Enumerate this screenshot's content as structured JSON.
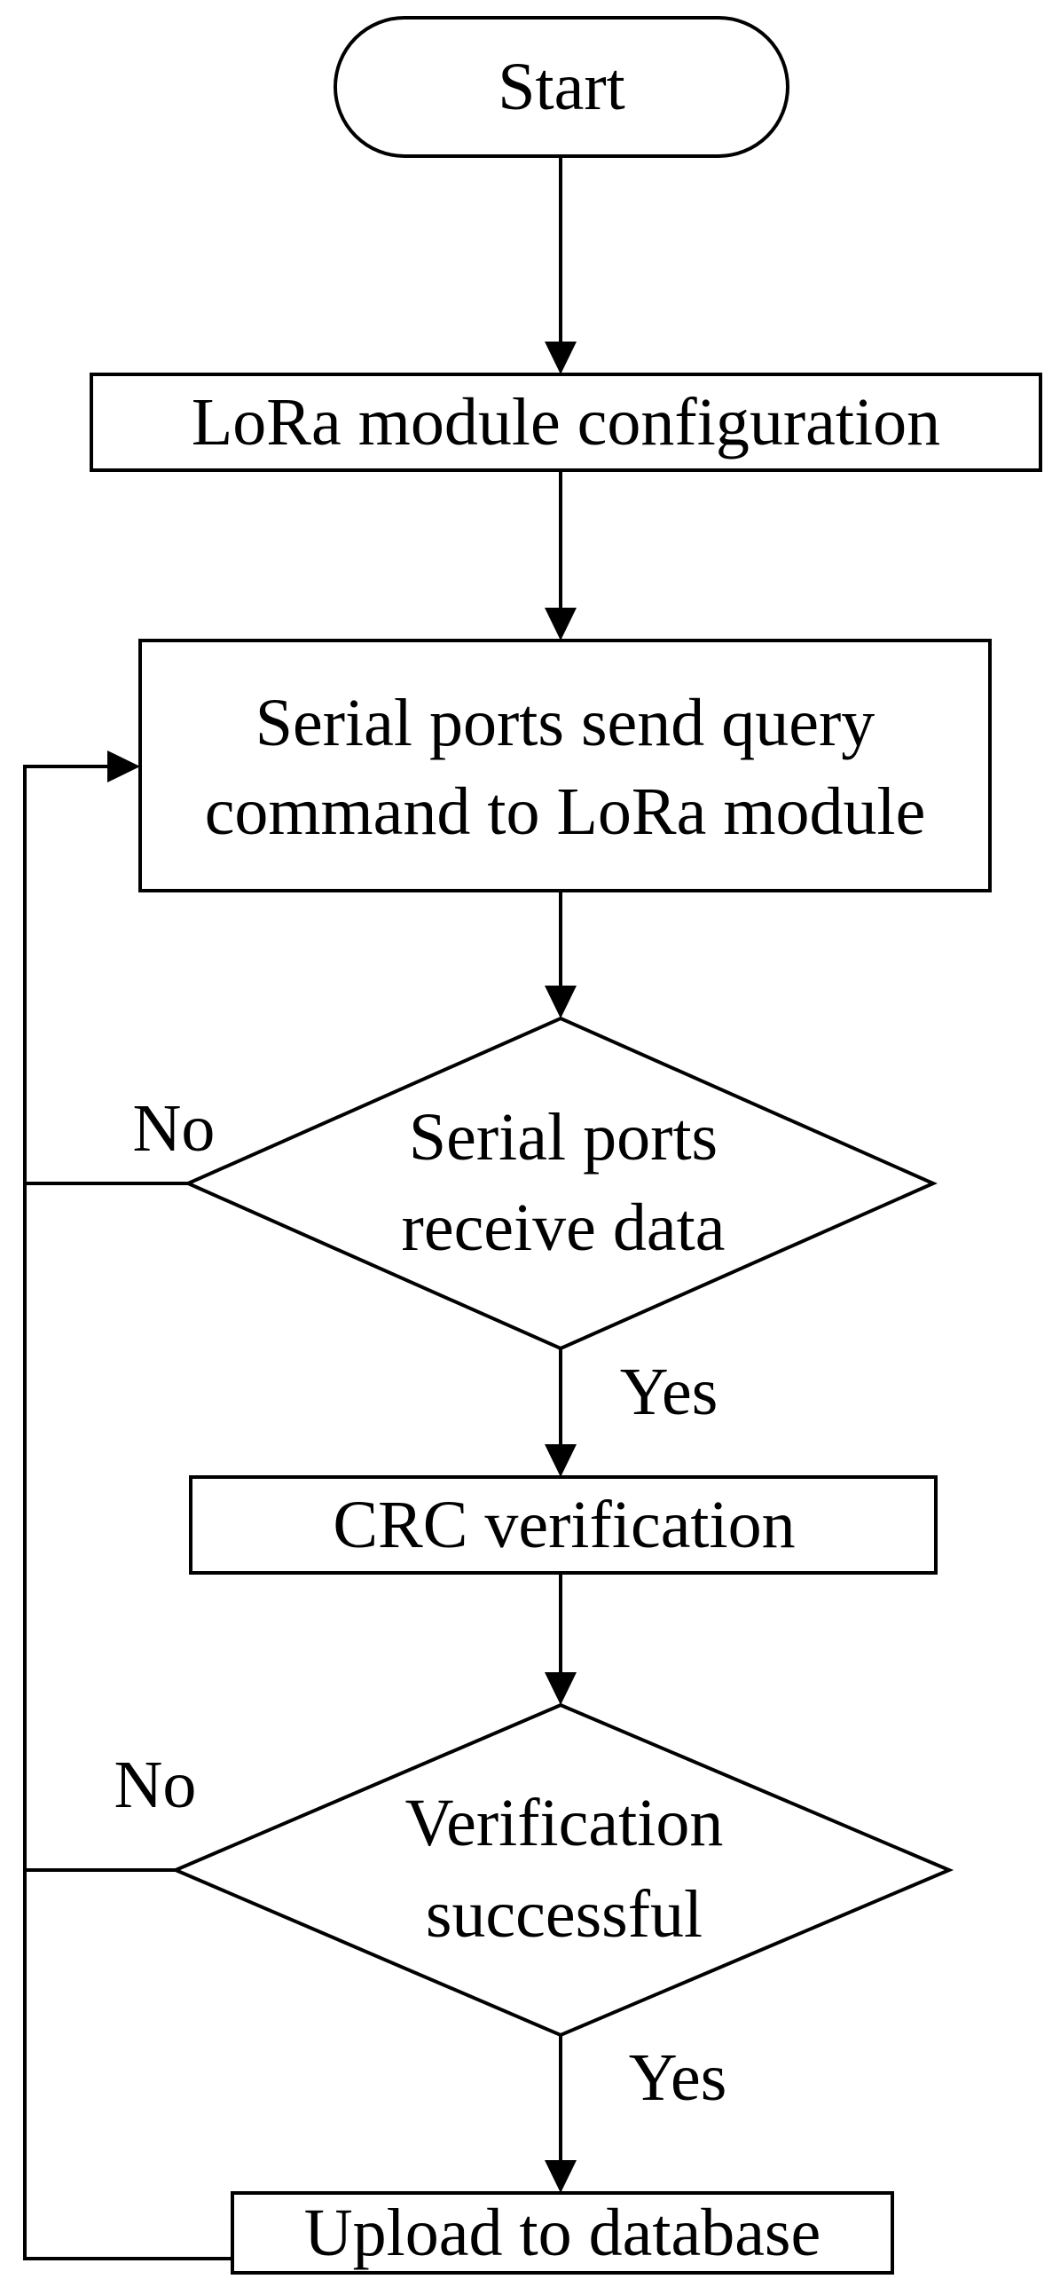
{
  "nodes": {
    "start": "Start",
    "config": "LoRa module configuration",
    "query_line1": "Serial ports send query",
    "query_line2": "command to LoRa module",
    "receive_line1": "Serial ports",
    "receive_line2": "receive data",
    "crc": "CRC verification",
    "verify_line1": "Verification",
    "verify_line2": "successful",
    "upload": "Upload to database"
  },
  "branch_labels": {
    "receive_no": "No",
    "receive_yes": "Yes",
    "verify_no": "No",
    "verify_yes": "Yes"
  }
}
